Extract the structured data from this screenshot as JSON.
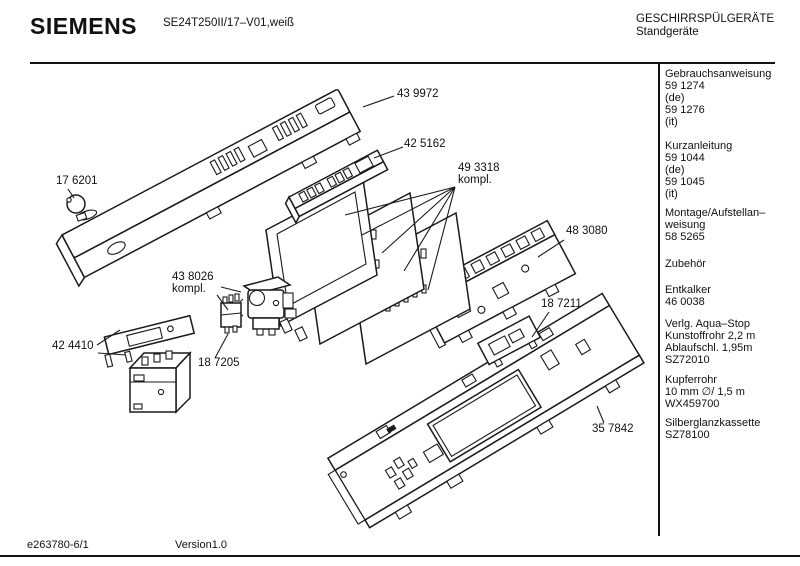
{
  "header": {
    "brand": "SIEMENS",
    "model": "SE24T250II/17–V01,weiß",
    "title_line1": "GESCHIRRSPÜLGERÄTE",
    "title_line2": "Standgeräte"
  },
  "sidebar": {
    "blocks": [
      {
        "lines": [
          "Gebrauchsanweisung",
          "59 1274",
          "(de)",
          "59 1276",
          "(it)"
        ]
      },
      {
        "lines": [
          "Kurzanleitung",
          "59 1044",
          "(de)",
          "59 1045",
          "(it)"
        ]
      },
      {
        "lines": [
          "Montage/Aufstellan–",
          "weisung",
          "58 5265"
        ]
      },
      {
        "lines": [
          "Zubehör"
        ]
      },
      {
        "lines": [
          "Entkalker",
          "46 0038"
        ]
      },
      {
        "lines": [
          "Verlg. Aqua–Stop",
          "Kunstoffrohr 2,2 m",
          "Ablaufschl. 1,95m",
          "SZ72010"
        ]
      },
      {
        "lines": [
          "Kupferrohr",
          "10 mm ∅/ 1,5 m",
          "WX459700"
        ]
      },
      {
        "lines": [
          "Silberglanzkassette",
          "SZ78100"
        ]
      }
    ]
  },
  "diagram": {
    "labels": {
      "fascia": "43 9972",
      "buttonstrip": "42 5162",
      "pcb1": "49 3318",
      "pcb2": "kompl.",
      "frame": "48 3080",
      "knob": "17 6201",
      "dispenser1": "43 8026",
      "dispenser2": "kompl.",
      "board": "18 7211",
      "switch": "42 4410",
      "relay": "18 7205",
      "backpanel": "35 7842"
    }
  },
  "footer": {
    "doc_id": "e263780-6/1",
    "version": "Version1.0"
  }
}
